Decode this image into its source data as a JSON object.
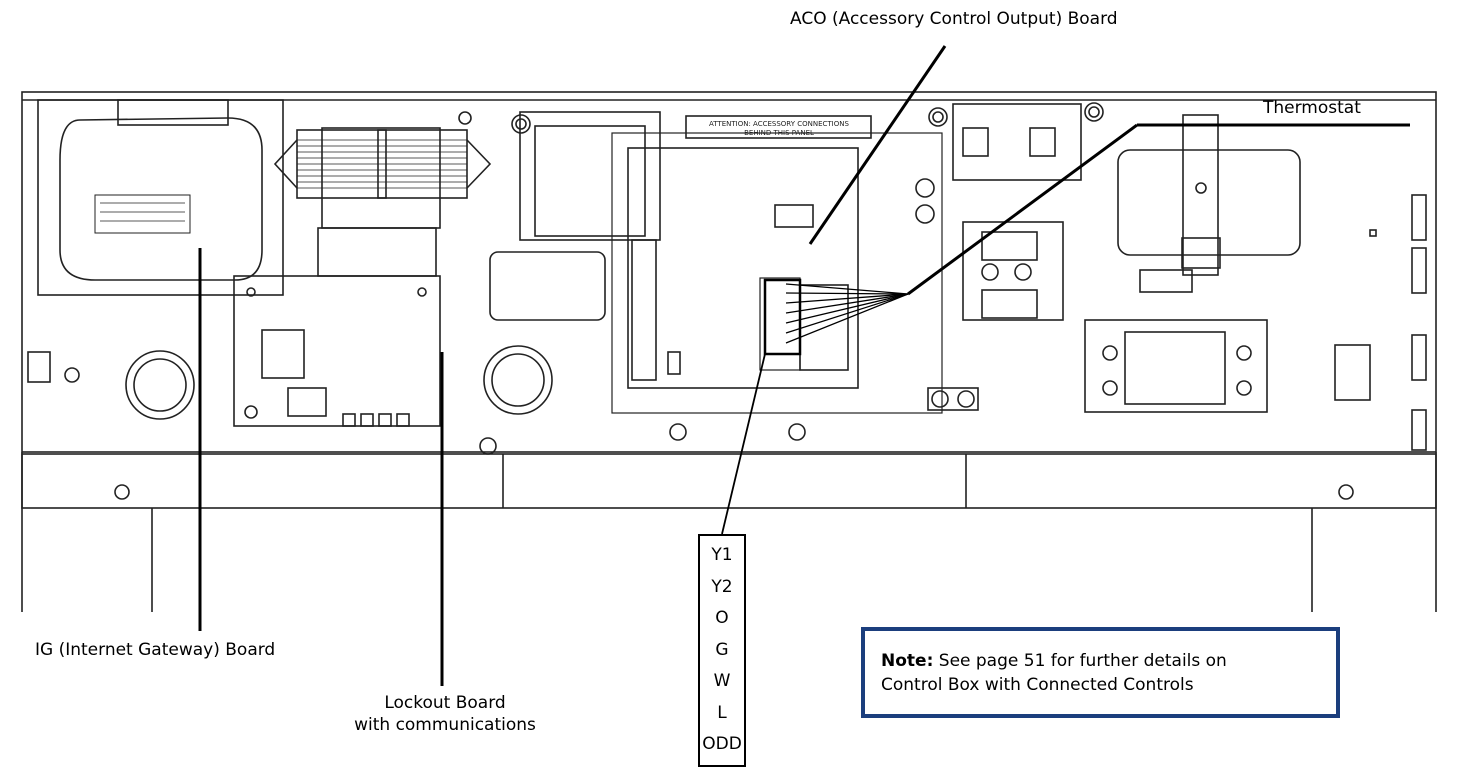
{
  "labels": {
    "aco": "ACO (Accessory Control Output) Board",
    "thermostat": "Thermostat",
    "ig": "IG (Internet Gateway) Board",
    "lockout_line1": "Lockout Board",
    "lockout_line2": "with communications"
  },
  "panel_text": {
    "attention_line1": "ATTENTION: ACCESSORY CONNECTIONS",
    "attention_line2": "BEHIND THIS PANEL"
  },
  "terminals": [
    "Y1",
    "Y2",
    "O",
    "G",
    "W",
    "L",
    "ODD"
  ],
  "note": {
    "prefix": "Note:",
    "line1": " See page  51 for further details on",
    "line2": "Control Box with Connected Controls"
  },
  "colors": {
    "note_border": "#1b3e7d",
    "drawing_line": "#000000"
  }
}
